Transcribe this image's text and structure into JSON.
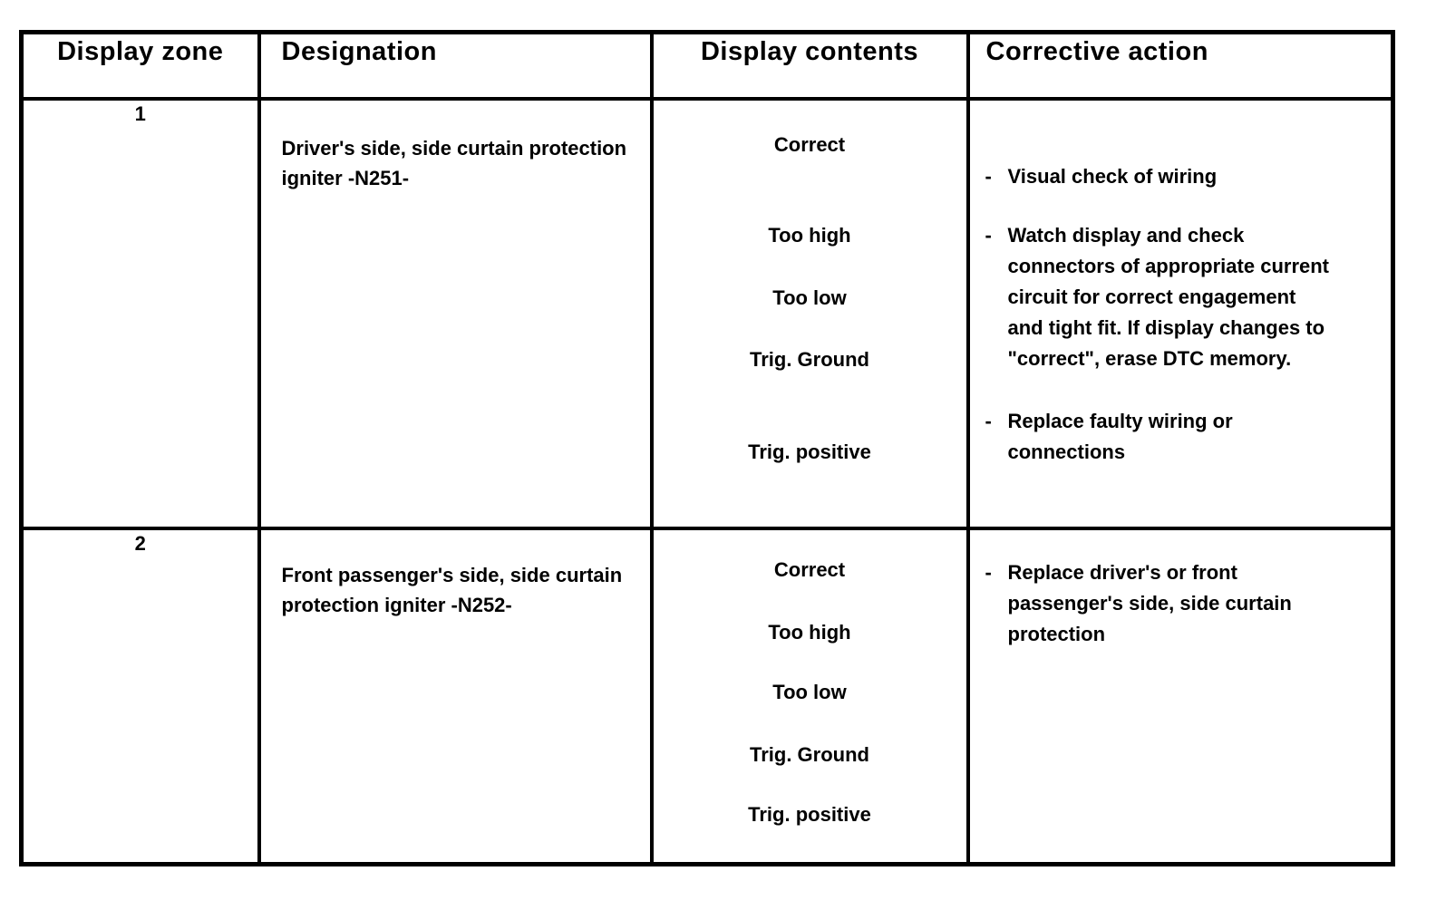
{
  "colors": {
    "text": "#000000",
    "background": "#ffffff",
    "grid": "#000000"
  },
  "table": {
    "bullet": "-",
    "headers": [
      "Display zone",
      "Designation",
      "Display contents",
      "Corrective action"
    ],
    "rows": [
      {
        "zone": "1",
        "designation": "Driver's side, side curtain protection igniter -N251-",
        "display_contents": [
          "Correct",
          "Too high",
          "Too low",
          "Trig. Ground",
          "Trig. positive"
        ],
        "corrective_actions": [
          "Visual check of wiring",
          "Watch display and check connectors of appropriate current circuit for correct engagement and tight fit. If display changes to \"correct\", erase DTC memory.",
          "Replace faulty wiring or connections"
        ]
      },
      {
        "zone": "2",
        "designation": "Front passenger's side, side curtain protection igniter -N252-",
        "display_contents": [
          "Correct",
          "Too high",
          "Too low",
          "Trig. Ground",
          "Trig. positive"
        ],
        "corrective_actions": [
          "Replace driver's or front passenger's side, side curtain protection"
        ]
      }
    ]
  }
}
